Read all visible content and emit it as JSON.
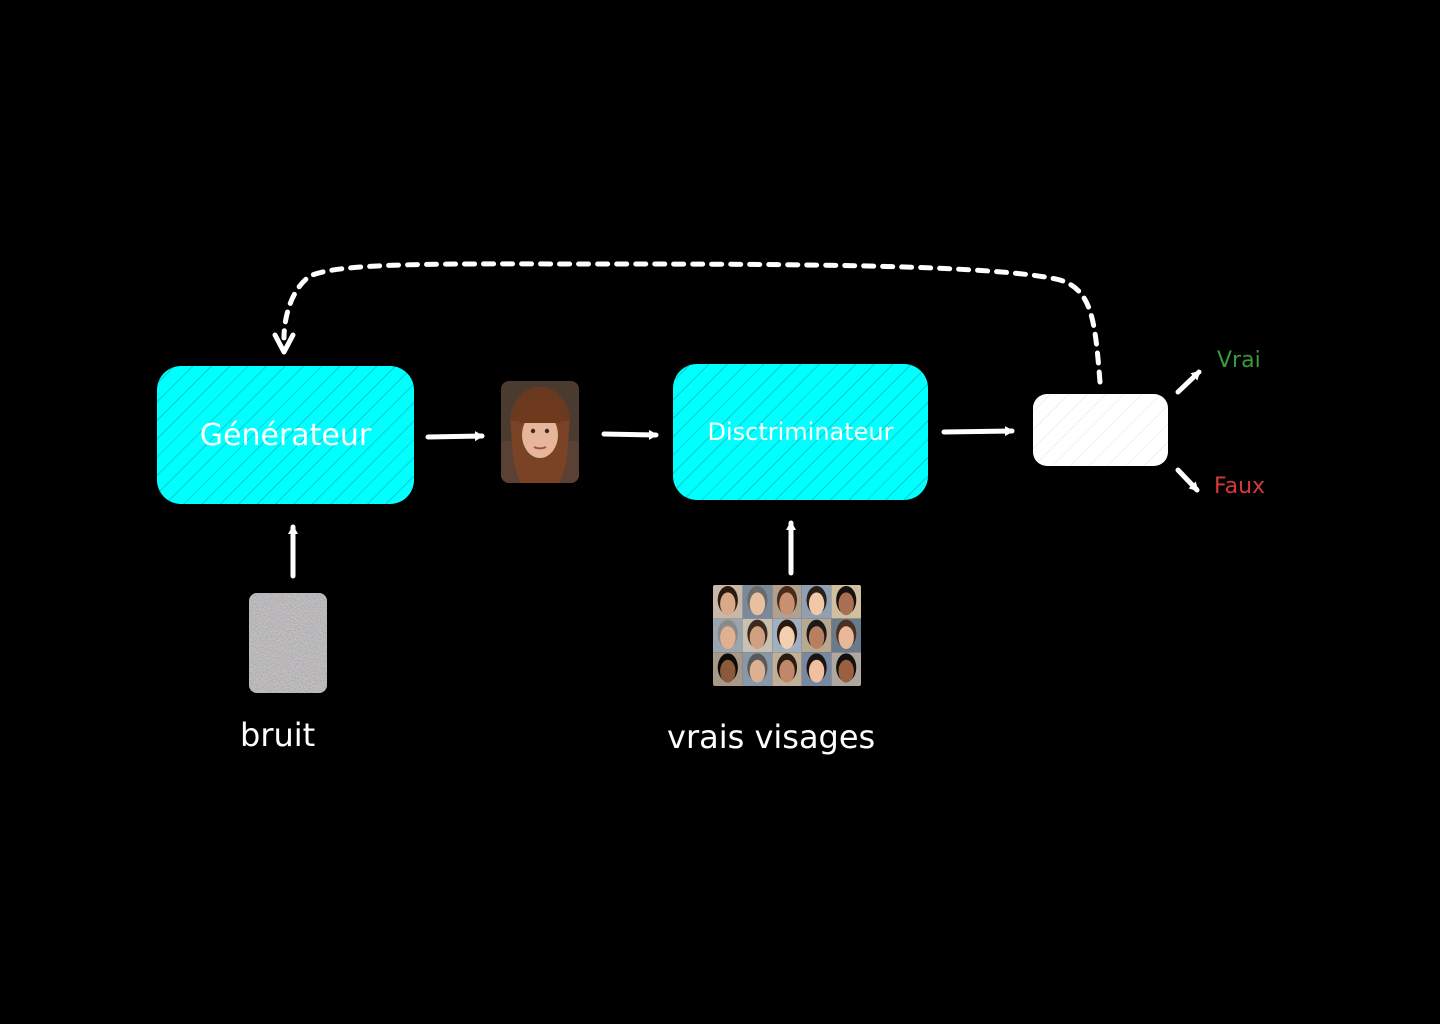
{
  "diagram": {
    "generator": {
      "label": "Générateur"
    },
    "discriminator": {
      "label": "Disctriminateur"
    },
    "decision": {
      "label": ""
    },
    "outputs": {
      "real": {
        "label": "Vrai",
        "color": "#3a9a3a"
      },
      "fake": {
        "label": "Faux",
        "color": "#d43a3a"
      }
    },
    "inputs": {
      "noise": {
        "caption": "bruit",
        "icon": "noise-image"
      },
      "real_faces": {
        "caption": "vrais visages",
        "icon": "face-grid-image"
      }
    },
    "generated_sample": {
      "icon": "generated-face-image"
    },
    "colors": {
      "node": "#00ffff",
      "background": "#000000",
      "text": "#ffffff",
      "arrow": "#ffffff"
    }
  }
}
